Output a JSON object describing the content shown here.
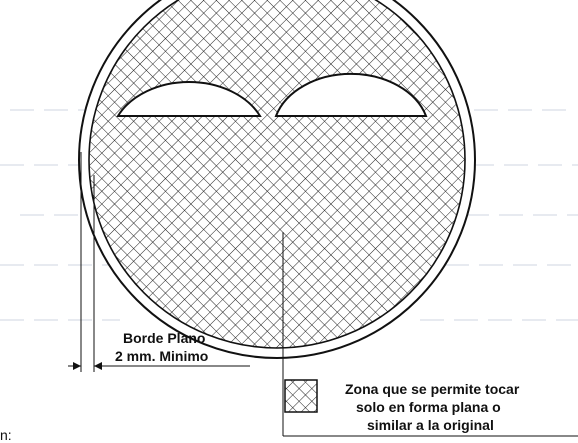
{
  "edge_label": {
    "line1": "Borde Plano",
    "line2": "2 mm. Minimo"
  },
  "zone_label": {
    "line1": "Zona que se permite tocar",
    "line2": "solo en forma plana o",
    "line3": "similar a la original"
  },
  "corner_mark": "n:",
  "colors": {
    "ink": "#111111",
    "hatch": "#222222",
    "guide": "#cfd6e0"
  }
}
